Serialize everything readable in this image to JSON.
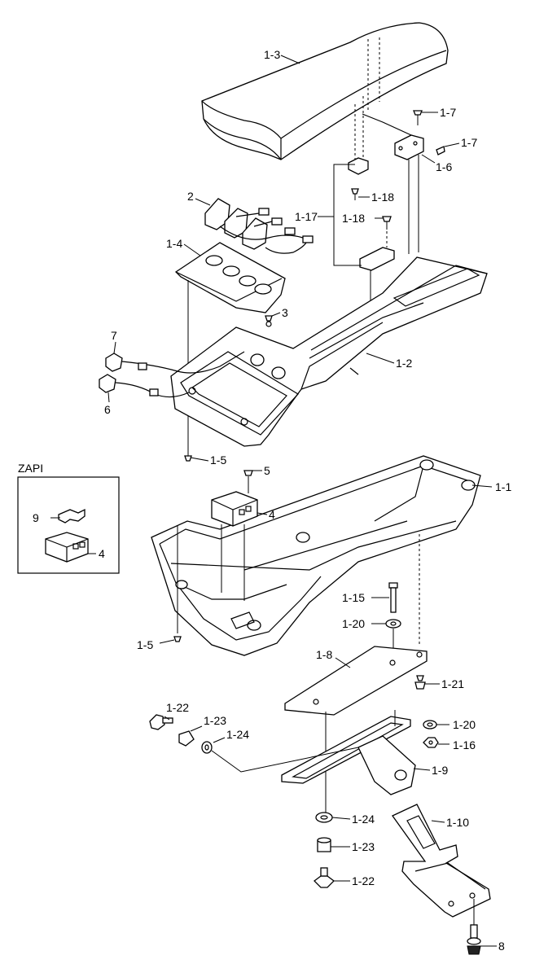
{
  "inset": {
    "title": "ZAPI"
  },
  "callouts": [
    {
      "id": "1-3",
      "text": "1-3"
    },
    {
      "id": "1-7a",
      "text": "1-7"
    },
    {
      "id": "1-7b",
      "text": "1-7"
    },
    {
      "id": "1-6",
      "text": "1-6"
    },
    {
      "id": "2",
      "text": "2"
    },
    {
      "id": "1-18a",
      "text": "1-18"
    },
    {
      "id": "1-17",
      "text": "1-17"
    },
    {
      "id": "1-18b",
      "text": "1-18"
    },
    {
      "id": "1-4",
      "text": "1-4"
    },
    {
      "id": "3",
      "text": "3"
    },
    {
      "id": "7",
      "text": "7"
    },
    {
      "id": "1-2",
      "text": "1-2"
    },
    {
      "id": "6",
      "text": "6"
    },
    {
      "id": "1-5a",
      "text": "1-5"
    },
    {
      "id": "5",
      "text": "5"
    },
    {
      "id": "1-1",
      "text": "1-1"
    },
    {
      "id": "4a",
      "text": "4"
    },
    {
      "id": "9",
      "text": "9"
    },
    {
      "id": "4b",
      "text": "4"
    },
    {
      "id": "1-15",
      "text": "1-15"
    },
    {
      "id": "1-20a",
      "text": "1-20"
    },
    {
      "id": "1-5b",
      "text": "1-5"
    },
    {
      "id": "1-8",
      "text": "1-8"
    },
    {
      "id": "1-21",
      "text": "1-21"
    },
    {
      "id": "1-22a",
      "text": "1-22"
    },
    {
      "id": "1-23a",
      "text": "1-23"
    },
    {
      "id": "1-24a",
      "text": "1-24"
    },
    {
      "id": "1-20b",
      "text": "1-20"
    },
    {
      "id": "1-16",
      "text": "1-16"
    },
    {
      "id": "1-9",
      "text": "1-9"
    },
    {
      "id": "1-24b",
      "text": "1-24"
    },
    {
      "id": "1-10",
      "text": "1-10"
    },
    {
      "id": "1-23b",
      "text": "1-23"
    },
    {
      "id": "1-22b",
      "text": "1-22"
    },
    {
      "id": "8",
      "text": "8"
    }
  ]
}
